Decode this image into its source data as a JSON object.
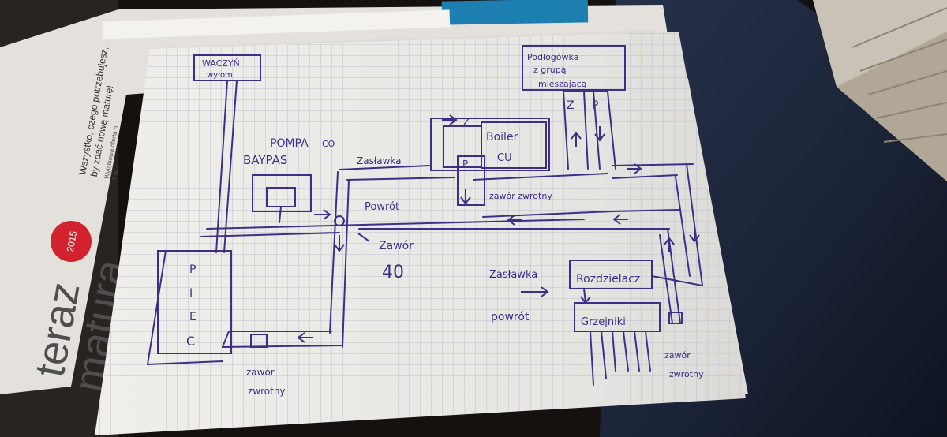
{
  "book": {
    "tagline_line1": "Wszystko, czego potrzebujesz,",
    "tagline_line2": "by zdać nową maturę!",
    "small_line": "Wyjątkowa oferta n...",
    "small_line2": "7 N...",
    "year": "2015",
    "brand_line1": "teraz",
    "brand_line2": "matura"
  },
  "sketch": {
    "label_top_left": "WACZYŃ",
    "label_top_left_2": "wyłom",
    "label_top_right_1": "Podłogówka",
    "label_top_right_2": "z grupą",
    "label_top_right_3": "mieszającą",
    "label_z_top": "Z",
    "label_p_top": "P",
    "label_pompa": "POMPA",
    "label_co": "CO",
    "label_baypas": "BAYPAS",
    "label_zaslawka": "Zasławka",
    "label_z_boiler": "Z",
    "label_boiler": "Boiler",
    "label_cu": "CU",
    "label_p_boiler": "P",
    "label_zawor_zwrotny_mid": "zawór zwrotny",
    "label_powrot_mid": "Powrót",
    "label_zawor": "Zawór",
    "label_40": "40",
    "label_zaslawka_right": "Zasławka",
    "label_rozdzielacz": "Rozdzielacz",
    "label_powrot_right": "powrót",
    "label_grzejniki": "Grzejniki",
    "label_zawor_zwrotny_right_1": "zawór",
    "label_zawor_zwrotny_right_2": "zwrotny",
    "label_zawor_zwrotny_bottom_1": "zawór",
    "label_zawor_zwrotny_bottom_2": "zwrotny",
    "label_piec_p": "P",
    "label_piec_i": "I",
    "label_piec_e": "E",
    "label_piec_c": "C"
  },
  "colors": {
    "ink": "#3e2f86",
    "paper": "#ece9e6",
    "grid": "#b9bcc9",
    "book_red": "#d2222d",
    "chair": "#1f2a40"
  }
}
